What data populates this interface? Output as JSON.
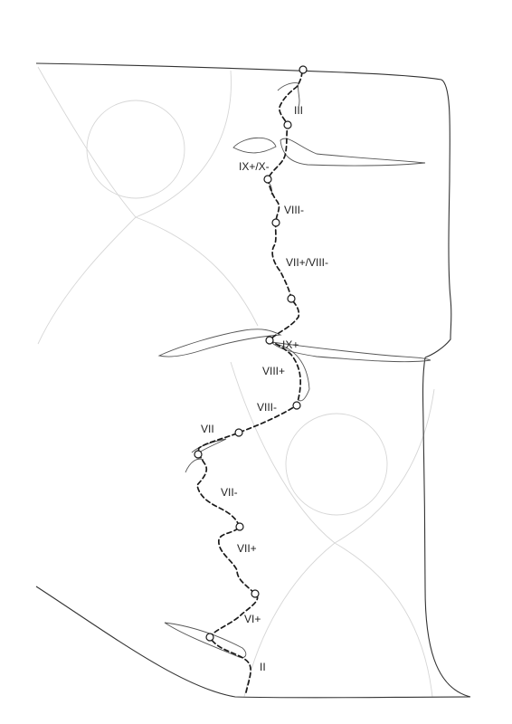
{
  "topo": {
    "grades": {
      "g1": "III",
      "g2": "IX+/X-",
      "g3": "VIII-",
      "g4": "VII+/VIII-",
      "g5": "IX+",
      "g6": "VIII+",
      "g7": "VIII-",
      "g8": "VII",
      "g9": "VII-",
      "g10": "VII+",
      "g11": "VI+",
      "g12": "II"
    }
  }
}
